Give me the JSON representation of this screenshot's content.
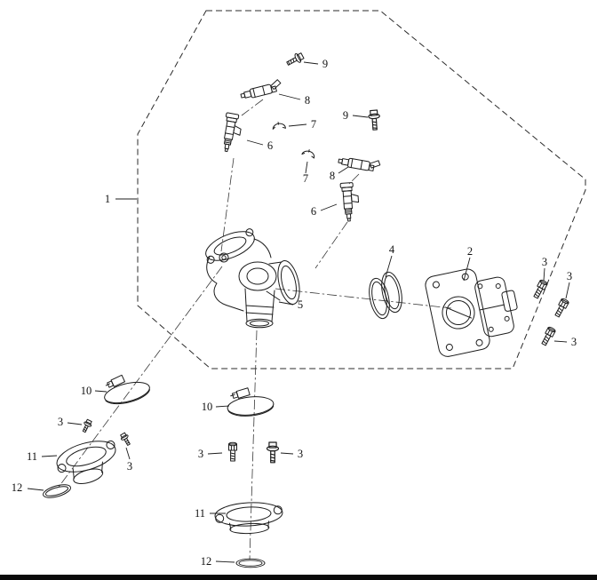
{
  "diagram": {
    "background_color": "#ffffff",
    "line_color": "#1c1c1c",
    "bottom_bar_color": "#0a0a0a"
  },
  "callouts": [
    {
      "label": "1"
    },
    {
      "label": "9"
    },
    {
      "label": "8"
    },
    {
      "label": "7"
    },
    {
      "label": "6"
    },
    {
      "label": "9"
    },
    {
      "label": "7"
    },
    {
      "label": "8"
    },
    {
      "label": "6"
    },
    {
      "label": "4"
    },
    {
      "label": "2"
    },
    {
      "label": "3"
    },
    {
      "label": "3"
    },
    {
      "label": "3"
    },
    {
      "label": "5"
    },
    {
      "label": "10"
    },
    {
      "label": "10"
    },
    {
      "label": "3"
    },
    {
      "label": "11"
    },
    {
      "label": "3"
    },
    {
      "label": "3"
    },
    {
      "label": "3"
    },
    {
      "label": "12"
    },
    {
      "label": "11"
    },
    {
      "label": "12"
    }
  ]
}
